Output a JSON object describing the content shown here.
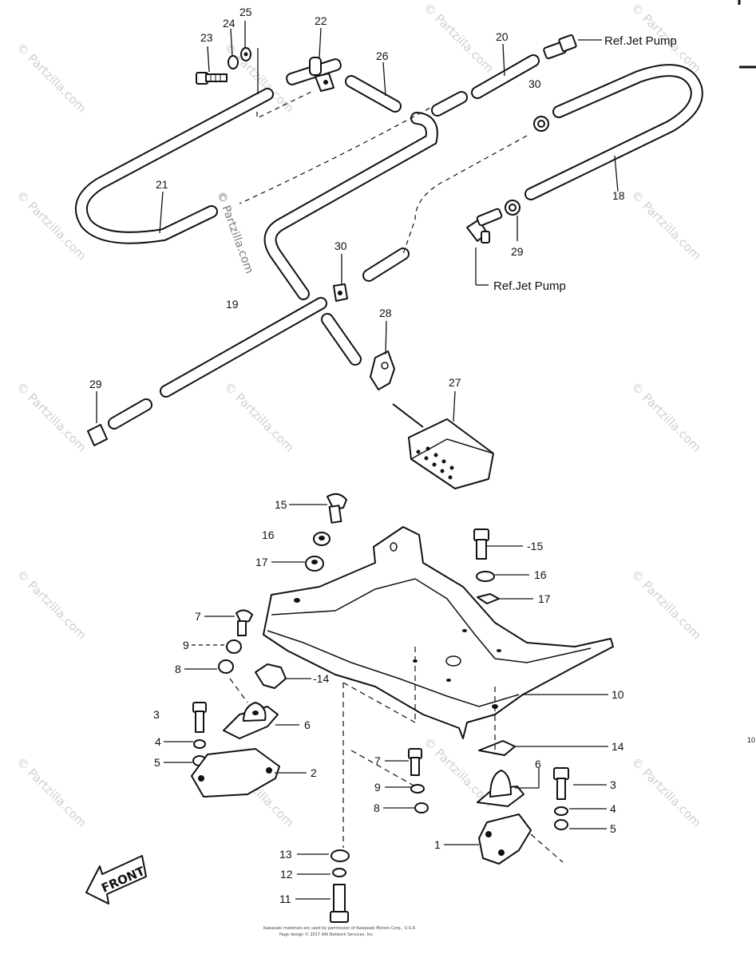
{
  "callouts": {
    "c1": "1",
    "c2": "2",
    "c3a": "3",
    "c3b": "3",
    "c4a": "4",
    "c4b": "4",
    "c5a": "5",
    "c5b": "5",
    "c6a": "6",
    "c6b": "6",
    "c7a": "7",
    "c7b": "7",
    "c8a": "8",
    "c8b": "8",
    "c9a": "9",
    "c9b": "9",
    "c10": "10",
    "c11": "11",
    "c12": "12",
    "c13": "13",
    "c14a": "-14",
    "c14b": "14",
    "c15a": "15",
    "c15b": "-15",
    "c16a": "16",
    "c16b": "16",
    "c17a": "17",
    "c17b": "17",
    "c18": "18",
    "c19": "19",
    "c20": "20",
    "c21": "21",
    "c22": "22",
    "c23": "23",
    "c24": "24",
    "c25": "25",
    "c26": "26",
    "c27": "27",
    "c28": "28",
    "c29a": "29",
    "c29b": "29",
    "c30a": "30",
    "c30b": "30"
  },
  "references": {
    "jet_pump_top": "Ref.Jet Pump",
    "jet_pump_mid": "Ref.Jet Pump"
  },
  "front_label": "FRONT",
  "watermark": "© Partzilla.com",
  "edge_mark": "10",
  "copyright": {
    "line1": "Kawasaki materials are used by permission of Kawasaki Motors Corp., U.S.A.",
    "line2": "Page design © 2017 ARI Network Services, Inc."
  }
}
